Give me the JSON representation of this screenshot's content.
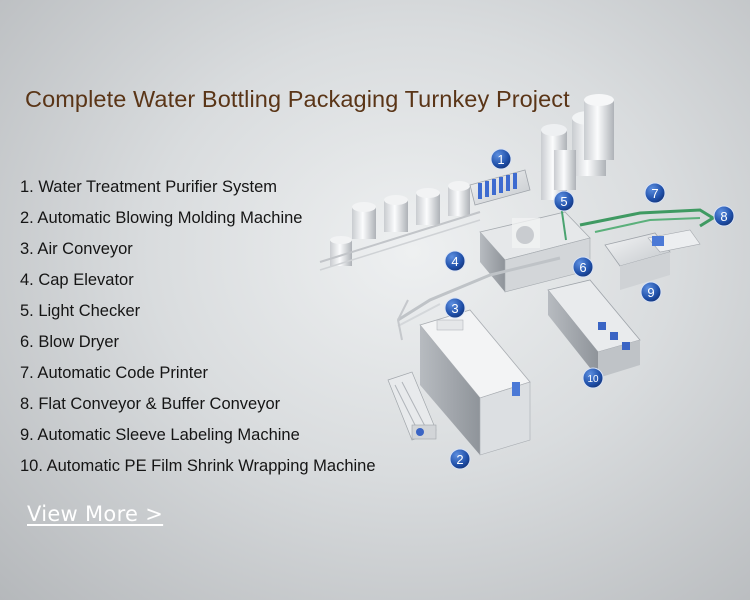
{
  "title": "Complete Water Bottling Packaging Turnkey Project",
  "components": [
    "1. Water Treatment Purifier System",
    "2. Automatic Blowing Molding Machine",
    "3. Air Conveyor",
    "4. Cap Elevator",
    "5. Light Checker",
    "6. Blow Dryer",
    "7. Automatic Code Printer",
    "8. Flat Conveyor & Buffer Conveyor",
    "9. Automatic Sleeve Labeling Machine",
    "10. Automatic PE Film Shrink Wrapping Machine"
  ],
  "view_more": "View More >",
  "badges": [
    "1",
    "2",
    "3",
    "4",
    "5",
    "6",
    "7",
    "8",
    "9",
    "10"
  ],
  "colors": {
    "title": "#5a3517",
    "badge": "#1f4fa8",
    "link": "#ffffff"
  }
}
